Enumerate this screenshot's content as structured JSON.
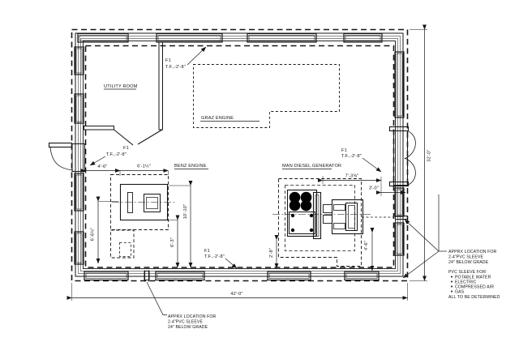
{
  "drawing": {
    "rooms": {
      "utility": "UTILITY ROOM"
    },
    "equipment": {
      "graz": "GRAZ ENGINE",
      "benz": "BENZ ENGINE",
      "man": "MAN DIESEL GENERATOR"
    },
    "footing": {
      "tag": "F1",
      "elevation": "T.F.,-2'-8\""
    },
    "dims": {
      "overall_width": "42'-0\"",
      "overall_depth": "32'-0\"",
      "benz_left_offset": "4'-6\"",
      "benz_pad_width": "6'-1½\"",
      "benz_pad_depth": "10'-10\"",
      "benz_inner_depth": "6'-3\"",
      "benz_left_depth": "6'-6½\"",
      "man_pad_width": "7'-3⅝\"",
      "man_right_offset": "3'-0\"",
      "man_left_depth": "2'-8\"",
      "man_right_depth": "4'-6\""
    },
    "notes": {
      "bottom_sleeve": {
        "line1": "APPRX LOCATION FOR",
        "line2": "2-4\"PVC SLEEVE",
        "line3": "24\" BELOW GRADE"
      },
      "right_sleeve": {
        "line1": "APPRX LOCATION FOR",
        "line2": "2-4\"PVC SLEEVE",
        "line3": "24\" BELOW GRADE"
      },
      "purpose": {
        "header": "PVC SLEEVE FOR:",
        "items": [
          "POTABLE WATER",
          "ELECTRIC",
          "COMPRESSED AIR",
          "GAS"
        ],
        "footer": "ALL TO BE DETERMINED"
      }
    }
  }
}
